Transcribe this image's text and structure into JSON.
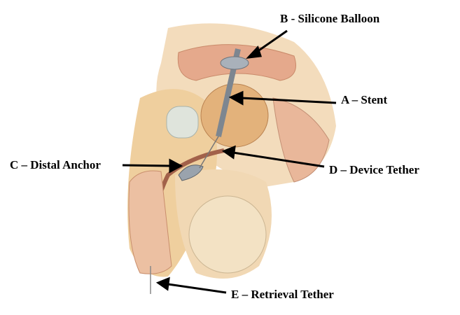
{
  "labels": {
    "b": "B - Silicone Balloon",
    "a": "A – Stent",
    "c": "C – Distal Anchor",
    "d": "D – Device Tether",
    "e": "E – Retrieval Tether"
  },
  "colors": {
    "tissue": "#efcf9e",
    "muscle": "#e5a98c",
    "bone": "#e8ddc4",
    "device": "#9aa3ad",
    "line": "#000000"
  }
}
